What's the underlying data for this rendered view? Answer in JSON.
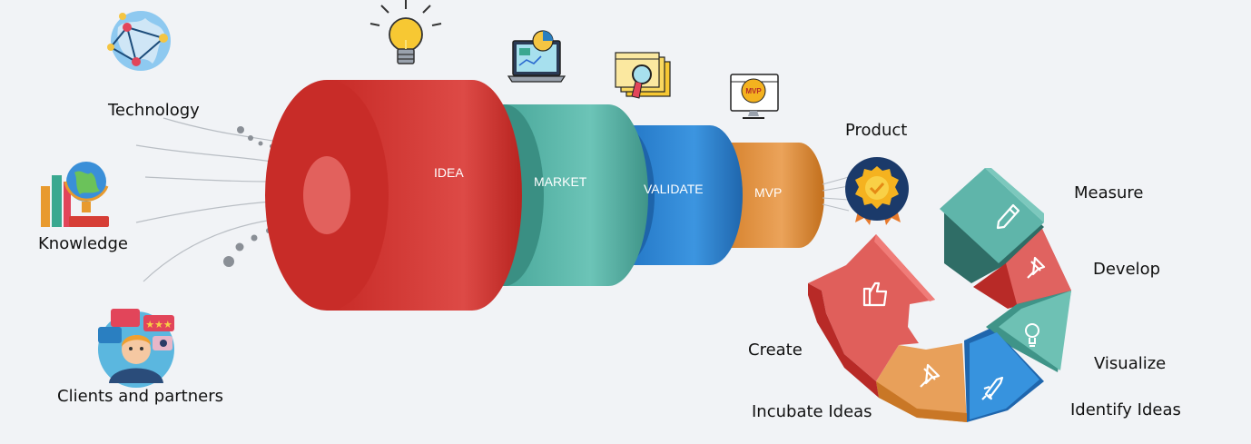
{
  "inputs": {
    "technology": "Technology",
    "knowledge": "Knowledge",
    "clients": "Clients and partners"
  },
  "funnel": {
    "idea": "IDEA",
    "market": "MARKET",
    "validate": "VALIDATE",
    "mvp": "MVP",
    "mvp_badge": "MVP"
  },
  "product": "Product",
  "cycle": {
    "measure": "Measure",
    "develop": "Develop",
    "visualize": "Visualize",
    "identify": "Identify Ideas",
    "incubate": "Incubate Ideas",
    "create": "Create"
  },
  "colors": {
    "idea": "#d0312d",
    "market": "#5dbcae",
    "validate": "#2f86d3",
    "mvp": "#e0903a",
    "background": "#f1f3f6"
  },
  "icons": [
    "globe-network-icon",
    "books-globe-icon",
    "clients-feedback-icon",
    "lightbulb-icon",
    "analytics-laptop-icon",
    "search-document-icon",
    "mvp-monitor-icon",
    "award-badge-icon",
    "thumbs-up-icon",
    "pin-icon",
    "rocket-icon",
    "bulb-icon",
    "pencil-icon"
  ]
}
